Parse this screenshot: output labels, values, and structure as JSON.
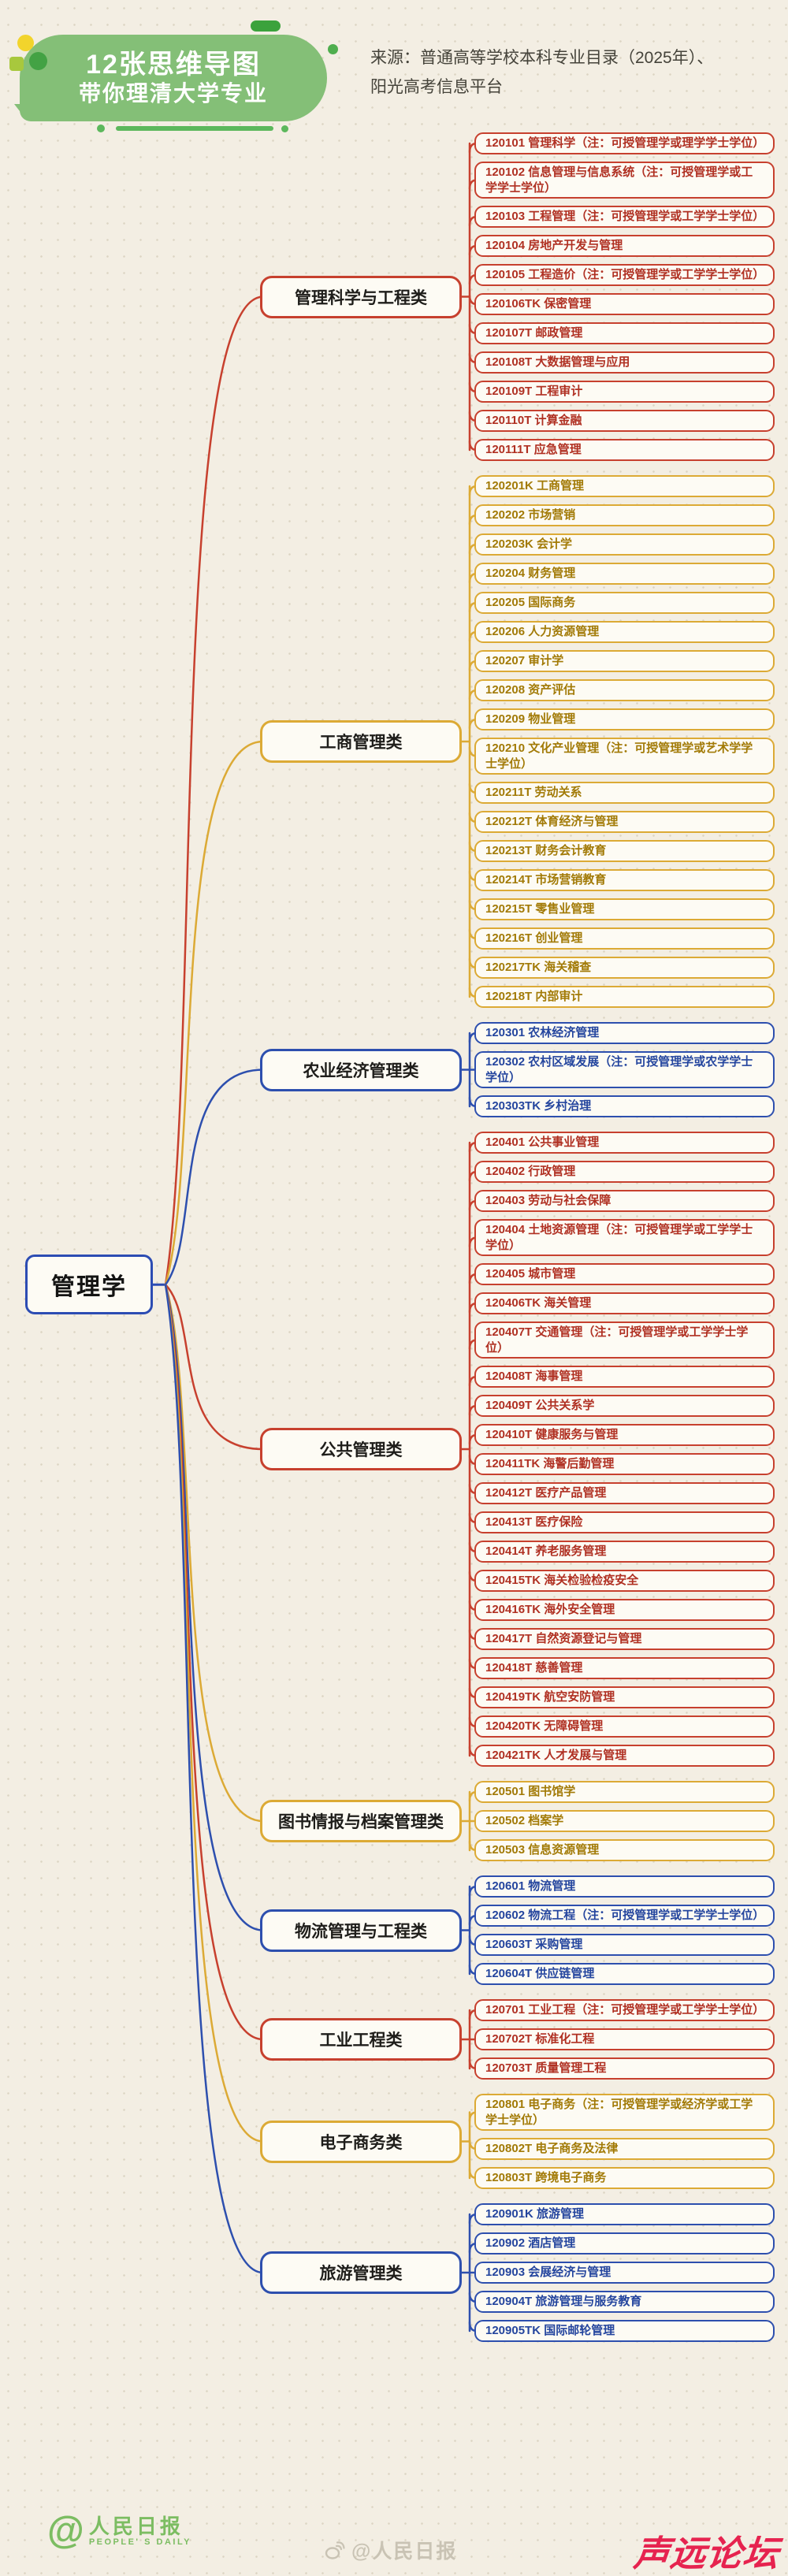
{
  "header": {
    "badge_line1": "12张思维导图",
    "badge_line2": "带你理清大学专业",
    "source_line1": "来源：普通高等学校本科专业目录（2025年）、",
    "source_line2": "阳光高考信息平台"
  },
  "palette": {
    "red": {
      "border": "#c7402e",
      "text": "#b03022"
    },
    "yellow": {
      "border": "#dcaa35",
      "text": "#a27a06"
    },
    "blue": {
      "border": "#2d4fae",
      "text": "#24459e"
    },
    "badge_green": "#84bf77",
    "deco_yellow": "#f2d42c",
    "deco_green": "#43a244",
    "deco_lime": "#a8c83d",
    "logo_green": "#7cbd62",
    "watermark_gray": "#c9c3b4",
    "corner_red": "#e6234f"
  },
  "mindmap": {
    "root": "管理学",
    "branches": [
      {
        "label": "管理科学与工程类",
        "color": "red",
        "items": [
          "120101 管理科学（注：可授管理学或理学学士学位）",
          "120102 信息管理与信息系统（注：可授管理学或工学学士学位）",
          "120103 工程管理（注：可授管理学或工学学士学位）",
          "120104 房地产开发与管理",
          "120105 工程造价（注：可授管理学或工学学士学位）",
          "120106TK 保密管理",
          "120107T 邮政管理",
          "120108T 大数据管理与应用",
          "120109T 工程审计",
          "120110T 计算金融",
          "120111T 应急管理"
        ]
      },
      {
        "label": "工商管理类",
        "color": "yellow",
        "items": [
          "120201K 工商管理",
          "120202 市场营销",
          "120203K 会计学",
          "120204 财务管理",
          "120205 国际商务",
          "120206 人力资源管理",
          "120207 审计学",
          "120208 资产评估",
          "120209 物业管理",
          "120210 文化产业管理（注：可授管理学或艺术学学士学位）",
          "120211T 劳动关系",
          "120212T 体育经济与管理",
          "120213T 财务会计教育",
          "120214T 市场营销教育",
          "120215T 零售业管理",
          "120216T 创业管理",
          "120217TK 海关稽查",
          "120218T 内部审计"
        ]
      },
      {
        "label": "农业经济管理类",
        "color": "blue",
        "items": [
          "120301 农林经济管理",
          "120302 农村区域发展（注：可授管理学或农学学士学位）",
          "120303TK 乡村治理"
        ]
      },
      {
        "label": "公共管理类",
        "color": "red",
        "items": [
          "120401 公共事业管理",
          "120402 行政管理",
          "120403 劳动与社会保障",
          "120404 土地资源管理（注：可授管理学或工学学士学位）",
          "120405 城市管理",
          "120406TK 海关管理",
          "120407T 交通管理（注：可授管理学或工学学士学位）",
          "120408T 海事管理",
          "120409T 公共关系学",
          "120410T 健康服务与管理",
          "120411TK 海警后勤管理",
          "120412T 医疗产品管理",
          "120413T 医疗保险",
          "120414T 养老服务管理",
          "120415TK 海关检验检疫安全",
          "120416TK 海外安全管理",
          "120417T 自然资源登记与管理",
          "120418T 慈善管理",
          "120419TK 航空安防管理",
          "120420TK 无障碍管理",
          "120421TK 人才发展与管理"
        ]
      },
      {
        "label": "图书情报与档案管理类",
        "color": "yellow",
        "items": [
          "120501 图书馆学",
          "120502 档案学",
          "120503 信息资源管理"
        ]
      },
      {
        "label": "物流管理与工程类",
        "color": "blue",
        "items": [
          "120601 物流管理",
          "120602 物流工程（注：可授管理学或工学学士学位）",
          "120603T 采购管理",
          "120604T 供应链管理"
        ]
      },
      {
        "label": "工业工程类",
        "color": "red",
        "items": [
          "120701 工业工程（注：可授管理学或工学学士学位）",
          "120702T 标准化工程",
          "120703T 质量管理工程"
        ]
      },
      {
        "label": "电子商务类",
        "color": "yellow",
        "items": [
          "120801 电子商务（注：可授管理学或经济学或工学学士学位）",
          "120802T 电子商务及法律",
          "120803T 跨境电子商务"
        ]
      },
      {
        "label": "旅游管理类",
        "color": "blue",
        "items": [
          "120901K 旅游管理",
          "120902 酒店管理",
          "120903 会展经济与管理",
          "120904T 旅游管理与服务教育",
          "120905TK 国际邮轮管理"
        ]
      }
    ]
  },
  "footer": {
    "logo_at": "@",
    "logo_cn": "人民日报",
    "logo_en": "PEOPLE' S DAILY",
    "watermark": "@人民日报",
    "corner_mark": "声远论坛"
  }
}
